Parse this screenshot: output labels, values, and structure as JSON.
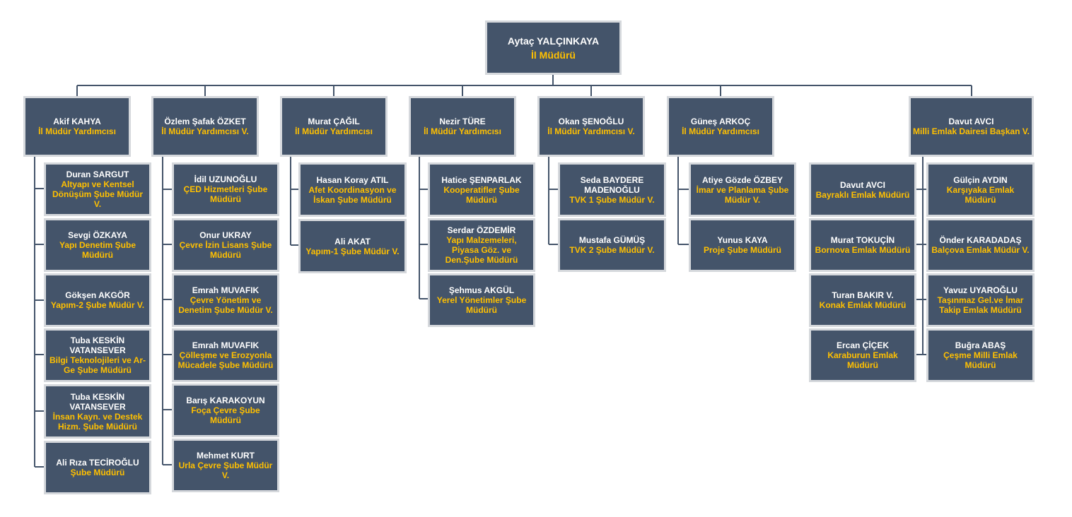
{
  "colors": {
    "box_fill": "#44546a",
    "box_border": "#d5d8dc",
    "name_text": "#ffffff",
    "title_text": "#ffc000",
    "connector": "#44546a"
  },
  "root": {
    "name": "Aytaç YALÇINKAYA",
    "title": "İl Müdürü"
  },
  "deputies": [
    {
      "name": "Akif KAHYA",
      "title": "İl Müdür Yardımcısı",
      "units": [
        {
          "name": "Duran SARGUT",
          "title": "Altyapı ve Kentsel Dönüşüm Şube Müdür V."
        },
        {
          "name": "Sevgi ÖZKAYA",
          "title": "Yapı Denetim Şube Müdürü"
        },
        {
          "name": "Gökşen AKGÖR",
          "title": "Yapım-2 Şube Müdür V."
        },
        {
          "name": "Tuba KESKİN VATANSEVER",
          "title": "Bilgi Teknolojileri ve Ar-Ge Şube Müdürü"
        },
        {
          "name": "Tuba KESKİN VATANSEVER",
          "title": "İnsan Kayn. ve Destek Hizm. Şube Müdürü"
        },
        {
          "name": "Ali Rıza TECİROĞLU",
          "title": "Şube Müdürü"
        }
      ]
    },
    {
      "name": "Özlem Şafak ÖZKET",
      "title": "İl Müdür Yardımcısı V.",
      "units": [
        {
          "name": "İdil UZUNOĞLU",
          "title": "ÇED Hizmetleri Şube Müdürü"
        },
        {
          "name": "Onur UKRAY",
          "title": "Çevre İzin Lisans Şube Müdürü"
        },
        {
          "name": "Emrah MUVAFIK",
          "title": "Çevre Yönetim ve Denetim Şube Müdür V."
        },
        {
          "name": "Emrah MUVAFIK",
          "title": "Çölleşme ve Erozyonla Mücadele Şube Müdürü"
        },
        {
          "name": "Barış KARAKOYUN",
          "title": "Foça Çevre Şube Müdürü"
        },
        {
          "name": "Mehmet KURT",
          "title": "Urla Çevre Şube Müdür V."
        }
      ]
    },
    {
      "name": "Murat ÇAĞIL",
      "title": "İl Müdür Yardımcısı",
      "units": [
        {
          "name": "Hasan Koray ATIL",
          "title": "Afet Koordinasyon ve İskan Şube Müdürü"
        },
        {
          "name": "Ali AKAT",
          "title": "Yapım-1 Şube Müdür V."
        }
      ]
    },
    {
      "name": "Nezir TÜRE",
      "title": "İl Müdür Yardımcısı",
      "units": [
        {
          "name": "Hatice ŞENPARLAK",
          "title": "Kooperatifler Şube Müdürü"
        },
        {
          "name": "Serdar ÖZDEMİR",
          "title": "Yapı Malzemeleri, Piyasa Göz. ve Den.Şube Müdürü"
        },
        {
          "name": "Şehmus AKGÜL",
          "title": "Yerel Yönetimler Şube Müdürü"
        }
      ]
    },
    {
      "name": "Okan ŞENOĞLU",
      "title": "İl Müdür Yardımcısı V.",
      "units": [
        {
          "name": "Seda BAYDERE MADENOĞLU",
          "title": "TVK 1 Şube Müdür V."
        },
        {
          "name": "Mustafa GÜMÜŞ",
          "title": "TVK 2 Şube Müdür V."
        }
      ]
    },
    {
      "name": "Güneş ARKOÇ",
      "title": "İl Müdür Yardımcısı",
      "units": [
        {
          "name": "Atiye Gözde ÖZBEY",
          "title": "İmar ve Planlama Şube Müdür V."
        },
        {
          "name": "Yunus KAYA",
          "title": "Proje Şube Müdürü"
        }
      ]
    },
    {
      "name": "Davut AVCI",
      "title": "Milli Emlak Dairesi Başkan V.",
      "left_units": [
        {
          "name": "Davut AVCI",
          "title": "Bayraklı Emlak Müdürü"
        },
        {
          "name": "Murat TOKUÇİN",
          "title": "Bornova Emlak Müdürü"
        },
        {
          "name": "Turan BAKIR V.",
          "title": "Konak Emlak Müdürü"
        },
        {
          "name": "Ercan ÇİÇEK",
          "title": "Karaburun Emlak Müdürü"
        }
      ],
      "units": [
        {
          "name": "Gülçin AYDIN",
          "title": "Karşıyaka Emlak Müdürü"
        },
        {
          "name": "Önder KARADADAŞ",
          "title": "Balçova Emlak Müdür V."
        },
        {
          "name": "Yavuz UYAROĞLU",
          "title": "Taşınmaz Gel.ve İmar Takip Emlak Müdürü"
        },
        {
          "name": "Buğra ABAŞ",
          "title": "Çeşme Milli Emlak Müdürü"
        }
      ]
    }
  ]
}
